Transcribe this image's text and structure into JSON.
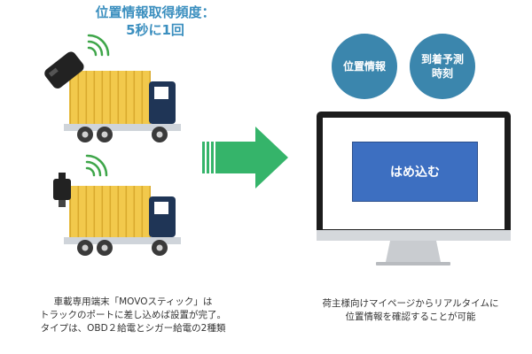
{
  "header": {
    "line1": "位置情報取得頻度：",
    "line2": "5秒に1回"
  },
  "circles": {
    "location": "位置情報",
    "eta_line1": "到着予測",
    "eta_line2": "時刻"
  },
  "monitor": {
    "screen_label": "はめ込む"
  },
  "captions": {
    "left": [
      "車載専用端末「MOVOスティック」は",
      "トラックのポートに差し込めば設置が完了。",
      "タイプは、OBD２給電とシガー給電の2種類"
    ],
    "right": [
      "荷主様向けマイページからリアルタイムに",
      "位置情報を確認することが可能"
    ]
  },
  "colors": {
    "header_text": "#3b8fbf",
    "circle_fill": "#3b86ad",
    "cargo": "#f2c94c",
    "truck_cab": "#1f3556",
    "arrow": "#35b46a",
    "screen": "#3d6fc1",
    "signal": "#3fa64a"
  },
  "icons": [
    "signal-waves-icon",
    "movo-stick-device-icon",
    "obd-device-icon",
    "truck-icon",
    "arrow-right-icon",
    "monitor-icon"
  ]
}
